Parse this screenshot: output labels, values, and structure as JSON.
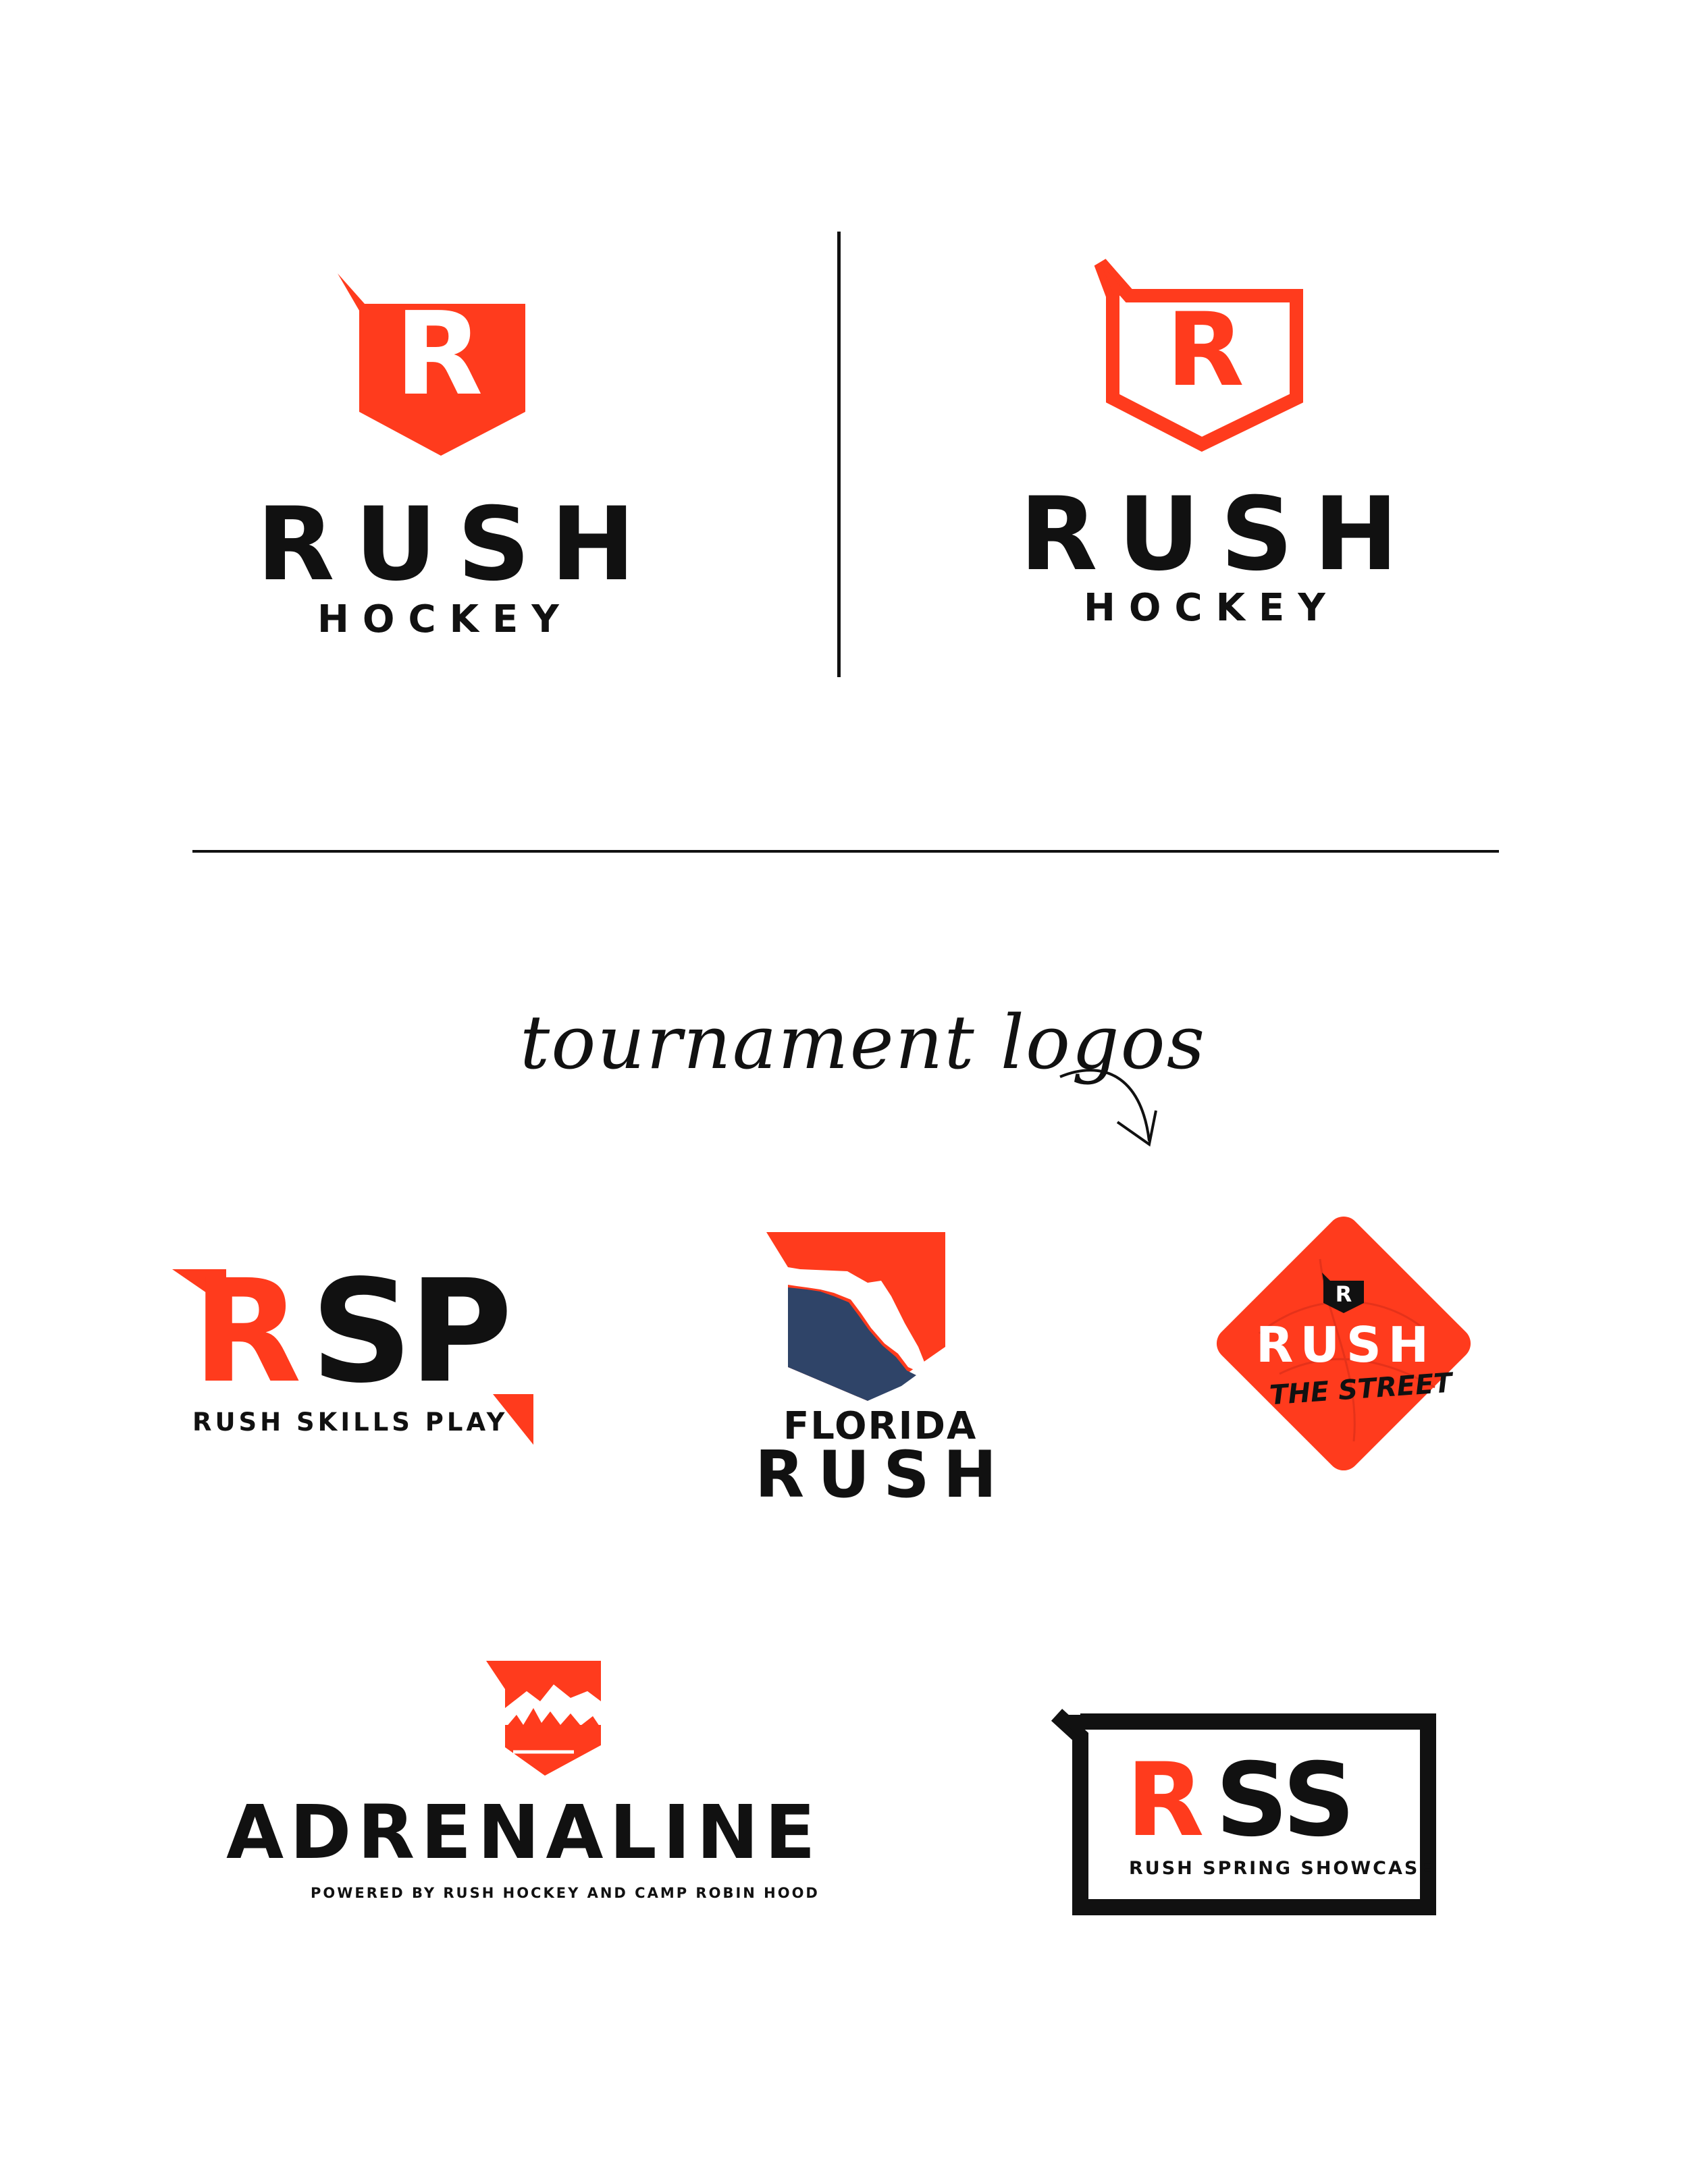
{
  "colors": {
    "brand_red": "#FF3B1D",
    "black": "#111111",
    "navy": "#2F4468",
    "white": "#FFFFFF"
  },
  "primary_logos": {
    "solid": {
      "mark_letter": "R",
      "wordmark": "RUSH",
      "sub": "HOCKEY"
    },
    "outline": {
      "mark_letter": "R",
      "wordmark": "RUSH",
      "sub": "HOCKEY"
    }
  },
  "section_label": "tournament logos",
  "tournament_logos": {
    "rsp": {
      "initial": "R",
      "rest": "SP",
      "tagline": "RUSH SKILLS PLAY"
    },
    "florida": {
      "line1": "FLORIDA",
      "line2": "RUSH"
    },
    "street": {
      "mark_letter": "R",
      "title": "RUSH",
      "sub": "THE STREET"
    },
    "adrenaline": {
      "title": "ADRENALINE",
      "tagline": "POWERED BY RUSH HOCKEY AND CAMP ROBIN HOOD"
    },
    "rss": {
      "initial": "R",
      "rest": "SS",
      "tagline": "RUSH SPRING SHOWCASE"
    }
  }
}
